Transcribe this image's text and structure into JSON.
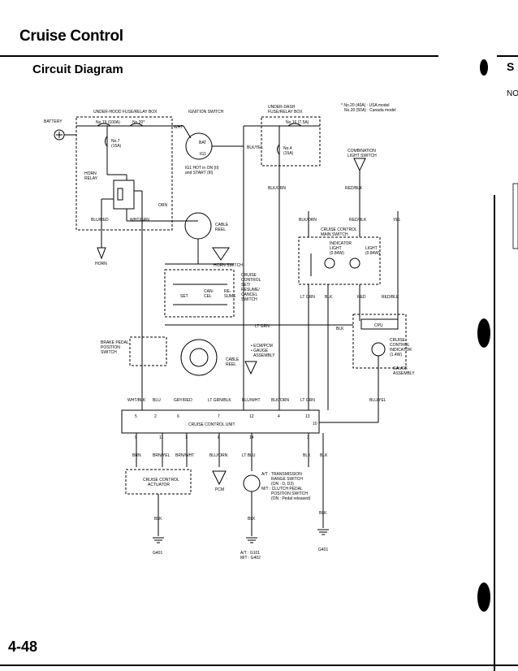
{
  "header": {
    "title": "Cruise Control",
    "subtitle": "Circuit Diagram"
  },
  "edge": {
    "title": "S",
    "text": "NO"
  },
  "page_number": "4-48",
  "labels": {
    "battery": "BATTERY",
    "under_hood_box": "UNDER-HOOD FUSE/RELAY BOX",
    "fuse19": "No.19 (100A)",
    "fuse20": "No.20*",
    "fuse7": "No.7",
    "fuse7a": "(15A)",
    "ignition_switch": "IGNITION SWITCH",
    "bat": "BAT",
    "ig1": "IG1",
    "ig1_note1": "IG1 HOT in ON (II)",
    "ig1_note2": "and START (III)",
    "wht": "WHT",
    "blk_yel": "BLK/YEL",
    "under_dash_1": "UNDER-DASH",
    "under_dash_2": "FUSE/RELAY BOX",
    "fuse16": "No.16 (7.5A)",
    "fuse4": "No.4",
    "fuse4a": "(15A)",
    "note1": "* No.20 (40A) : USA model",
    "note2": "No.20 (50A) : Canada model",
    "combo1": "COMBINATION",
    "combo2": "LIGHT SWITCH",
    "horn_relay1": "HORN",
    "horn_relay2": "RELAY",
    "orn": "ORN",
    "blu_red": "BLU/RED",
    "wht_grn": "WHT/GRN",
    "cable_reel1": "CABLE",
    "cable_reel2": "REEL",
    "horn": "HORN",
    "horn_switch": "HORN SWITCH",
    "blk_grn1": "BLK/GRN",
    "red_blk1": "RED/BLK",
    "blk_orn": "BLK/ORN",
    "red_blk2": "RED/BLK",
    "yel": "YEL",
    "ccms1": "CRUISE CONTROL",
    "ccms2": "MAIN SWITCH",
    "ind1": "INDICATOR",
    "ind2": "LIGHT",
    "ind3": "(0.84W)",
    "lt1": "LIGHT",
    "lt2": "(0.84W)",
    "cc1": "CRUISE",
    "cc2": "CONTROL",
    "cc3": "SET/",
    "cc4": "RESUME/",
    "cc5": "CANCEL",
    "cc6": "SWITCH",
    "set": "SET",
    "can": "CAN-",
    "cel": "CEL",
    "re": "RE-",
    "sume": "SUME",
    "lt_grn": "LT GRN",
    "blk": "BLK",
    "red": "RED",
    "red_blk3": "RED/BLK",
    "ltgrn_line": "LT GRN",
    "blk2": "BLK",
    "cpu": "CPU",
    "cci1": "CRUISE",
    "cci2": "CONTROL",
    "cci3": "INDICATOR",
    "cci4": "(1.4W)",
    "gauge1": "GAUGE",
    "gauge2": "ASSEMBLY",
    "bpps1": "BRAKE PEDAL",
    "bpps2": "POSITION",
    "bpps3": "SWITCH",
    "ecm1": "• ECM/PCM",
    "ecm2": "• GAUGE",
    "ecm3": "ASSEMBLY",
    "cable_reel3": "CABLE",
    "cable_reel4": "REEL",
    "wht_blk": "WHT/BLK",
    "blu": "BLU",
    "gry_red": "GRY/RED",
    "lt_grn_blk": "LT GRN/BLK",
    "blu_wht": "BLU/WHT",
    "blk_orn2": "BLK/ORN",
    "lt_grn2": "LT GRN",
    "blu_yel": "BLU/YEL",
    "ccu": "CRUISE CONTROL UNIT",
    "brn": "BRN",
    "brn_yel": "BRN/YEL",
    "brn_wht": "BRN/WHT",
    "blu_orn": "BLU/ORN",
    "lt_blu": "LT BLU",
    "blk3": "BLK",
    "blk4": "BLK",
    "cca1": "CRUISE CONTROL",
    "cca2": "ACTUATOR",
    "pcm": "PCM",
    "at1": "A/T : TRANSMISSION",
    "at2": "RANGE SWITCH",
    "at3": "(ON : D, D3)",
    "mt1": "M/T : CLUTCH PEDAL",
    "mt2": "POSITION SWITCH",
    "mt3": "(ON : Pedal released)",
    "blk5": "BLK",
    "blk6": "BLK",
    "blk7": "BLK",
    "g401": "G401",
    "g101a": "A/T : G101",
    "g402": "M/T : G402",
    "g401b": "G401"
  },
  "pins": [
    "1",
    "2",
    "3",
    "4",
    "5",
    "6",
    "7",
    "8",
    "9",
    "10",
    "11",
    "12",
    "13",
    "14"
  ]
}
